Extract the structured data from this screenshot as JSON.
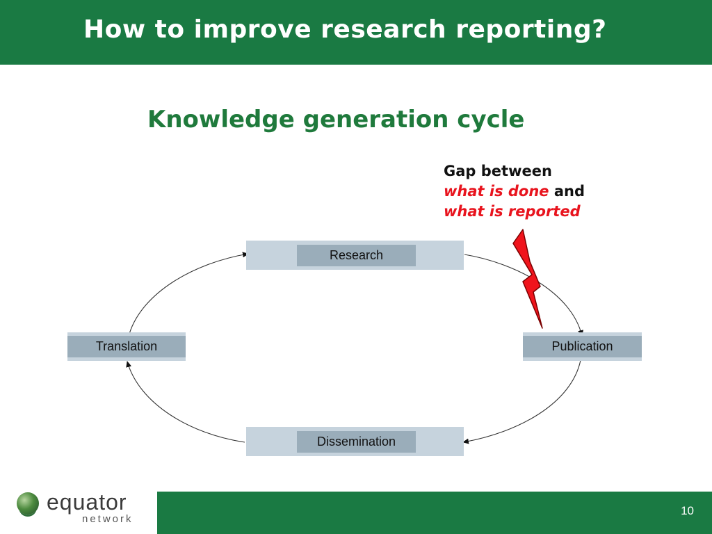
{
  "slide": {
    "title": "How to improve research reporting?",
    "page_number": "10"
  },
  "diagram": {
    "heading": "Knowledge generation cycle",
    "callout": {
      "line1": "Gap between",
      "line2_red": "what is done",
      "line2_black": "and",
      "line3_red": "what is reported"
    },
    "stages": {
      "research": "Research",
      "publication": "Publication",
      "dissemination": "Dissemination",
      "translation": "Translation"
    }
  },
  "logo": {
    "word": "equator",
    "sub": "network"
  },
  "colors": {
    "brand_green": "#1a7a43",
    "heading_green": "#1f7a3c",
    "highlight_red": "#e8141e",
    "stage_fill": "#c6d3dd",
    "stage_label_fill": "#9aadba"
  }
}
